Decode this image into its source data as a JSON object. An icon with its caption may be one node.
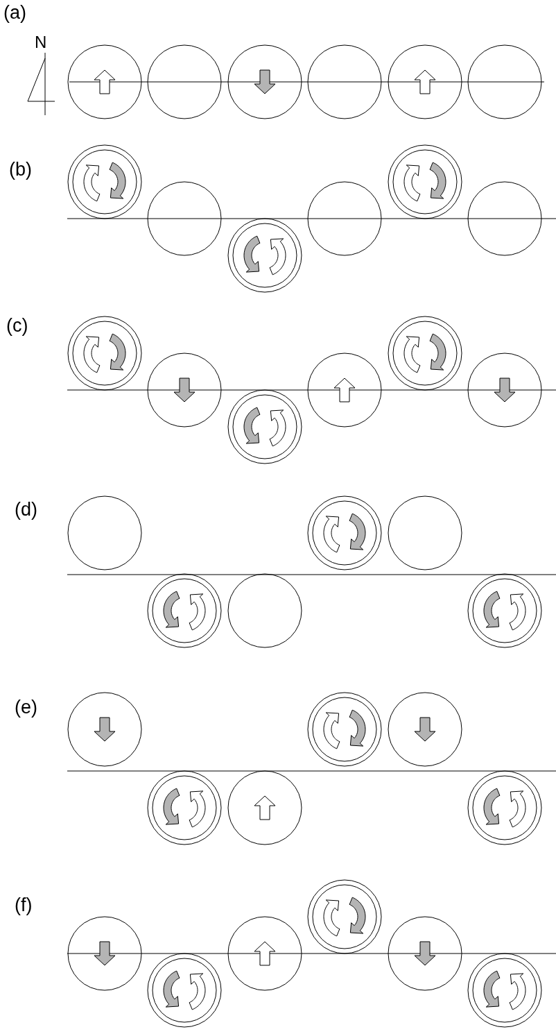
{
  "diagram": {
    "labels": [
      "(a)",
      "N",
      "(b)",
      "(c)",
      "(d)",
      "(e)",
      "(f)"
    ]
  }
}
